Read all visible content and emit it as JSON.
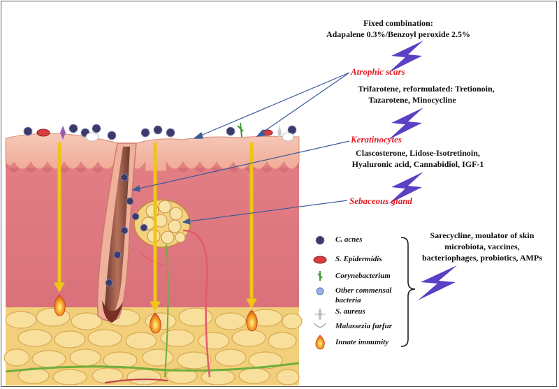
{
  "therapies": {
    "fixed_title": "Fixed combination:",
    "fixed_combo": "Adapalene 0.3%/Benzoyl peroxide 2.5%",
    "scars_drugs_line1": "Trifarotene, reformulated: Tretionoin,",
    "scars_drugs_line2": "Tazarotene, Minocycline",
    "kera_drugs_line1": "Clascosterone, Lidose-Isotretinoin,",
    "kera_drugs_line2": "Hyaluronic acid, Cannabidiol, IGF-1",
    "micro_line1": "Sarecycline, moulator of skin",
    "micro_line2": "microbiota, vaccines,",
    "micro_line3": "bacteriophages, probiotics, AMPs"
  },
  "targets": {
    "atrophic_scars": "Atrophic scars",
    "keratinocytes": "Keratinocytes",
    "sebaceous_gland": "Sebaceous gland"
  },
  "legend": [
    {
      "label": "C. acnes",
      "icon": "c-acnes-icon"
    },
    {
      "label": "S. Epidermidis",
      "icon": "s-epidermidis-icon"
    },
    {
      "label": "Corynebacterium",
      "icon": "corynebacterium-icon"
    },
    {
      "label": "Other commensal",
      "label2": "bacteria",
      "icon": "other-commensal-icon"
    },
    {
      "label": "S. aureus",
      "icon": "s-aureus-icon"
    },
    {
      "label": "Malassezia furfur",
      "icon": "malassezia-icon"
    },
    {
      "label": "Innate immunity",
      "icon": "flame-icon"
    }
  ],
  "colors": {
    "target_label": "#e01b24",
    "lightning": "#5b3fc4",
    "epidermis": "#f3b7a3",
    "dermis": "#e78a8e",
    "fat": "#f5d27e",
    "arrow": "#f0c419",
    "pointer_line": "#3c5a9a"
  }
}
